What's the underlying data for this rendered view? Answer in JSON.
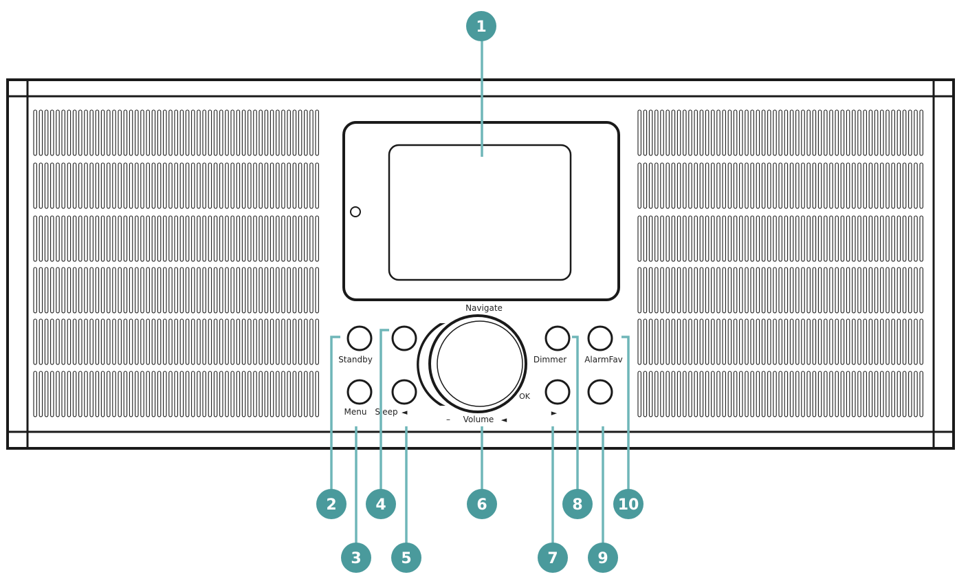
{
  "device": {
    "labels": {
      "navigate": "Navigate",
      "standby": "Standby",
      "menu": "Menu",
      "sleep": "Sleep",
      "sleep_arrow": "◄",
      "dimmer": "Dimmer",
      "alarm_fav": "AlarmFav",
      "ok": "OK",
      "right_arrow": "►",
      "volume_minus": "–",
      "volume": "Volume",
      "volume_plus": "◄"
    }
  },
  "callouts": [
    "1",
    "2",
    "3",
    "4",
    "5",
    "6",
    "7",
    "8",
    "9",
    "10"
  ],
  "colors": {
    "callout_fill": "#4a9a9c",
    "callout_line": "#6fb6b8",
    "outline": "#1a1a1a"
  }
}
